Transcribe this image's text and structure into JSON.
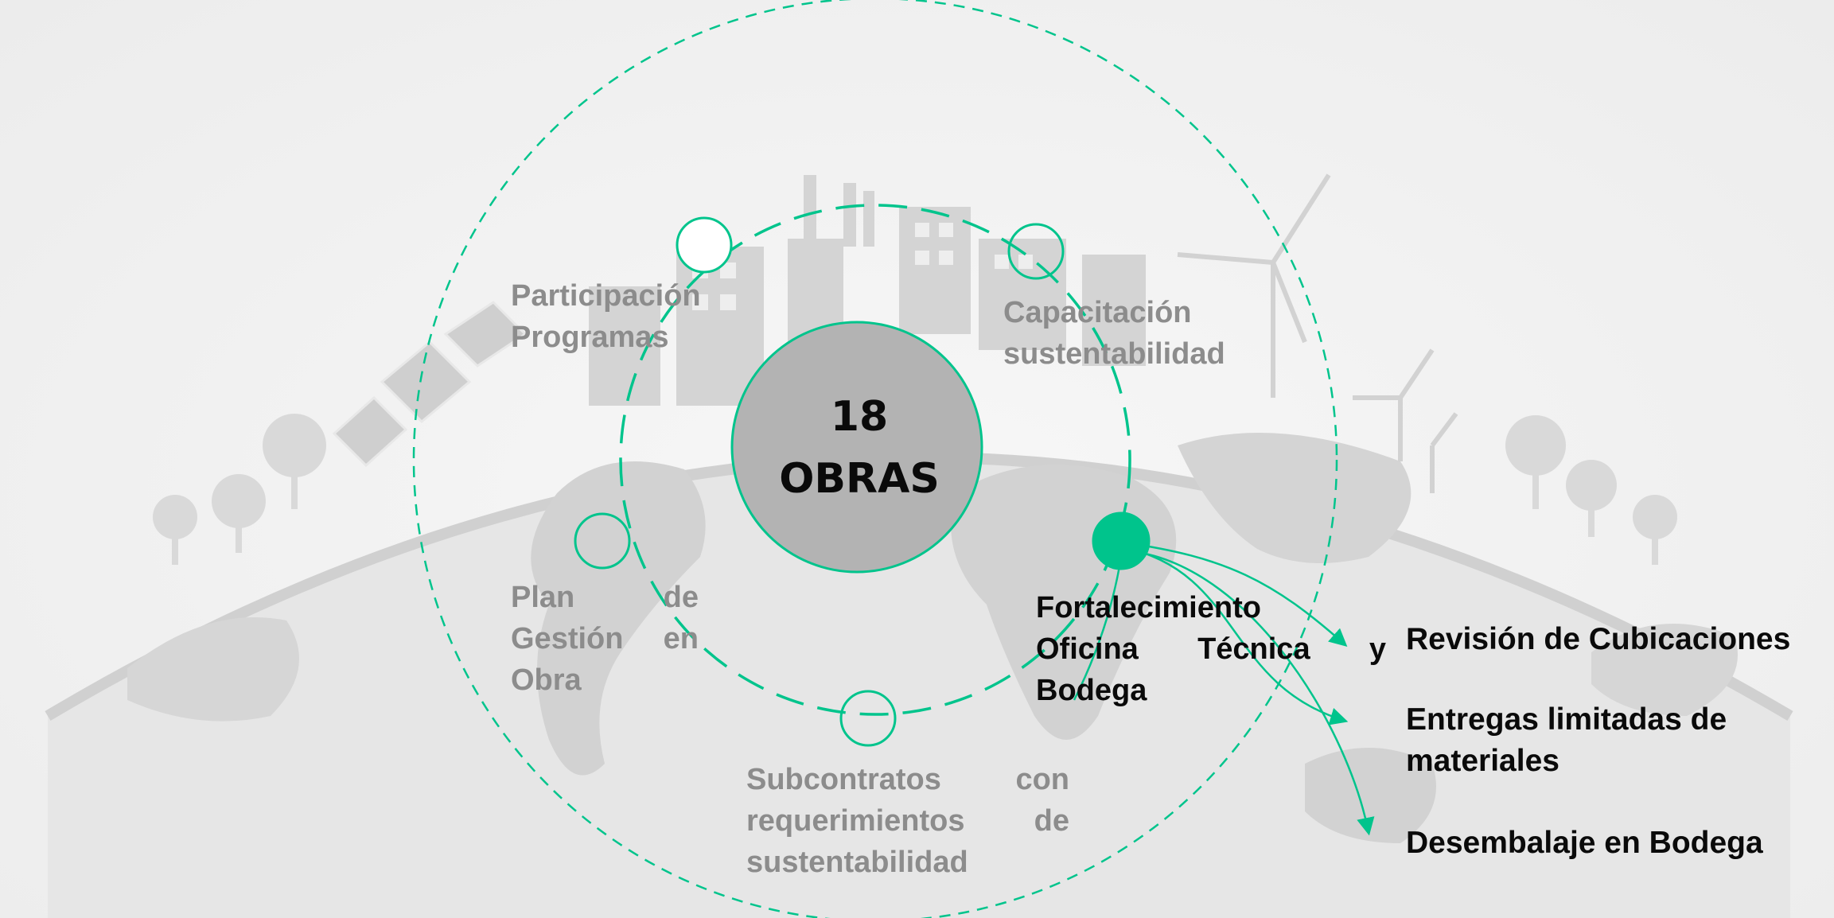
{
  "center": {
    "number": "18",
    "label": "OBRAS"
  },
  "initiatives": [
    {
      "lines": [
        "Participación",
        "Programas"
      ]
    },
    {
      "lines": [
        "Capacitación",
        "sustentabilidad"
      ]
    },
    {
      "lines": [
        [
          "Plan",
          "de"
        ],
        [
          "Gestión",
          "en"
        ],
        [
          "Obra"
        ]
      ]
    },
    {
      "lines": [
        [
          "Subcontratos",
          "con"
        ],
        [
          "requerimientos",
          "de"
        ],
        [
          "sustentabilidad"
        ]
      ]
    },
    {
      "lines": [
        [
          "Fortalecimiento"
        ],
        [
          "Oficina",
          "Técnica",
          "y"
        ],
        [
          "Bodega"
        ]
      ]
    }
  ],
  "results": [
    {
      "lines": [
        "Revisión de Cubicaciones"
      ]
    },
    {
      "lines": [
        "Entregas limitadas de",
        "materiales"
      ]
    },
    {
      "lines": [
        "Desembalaje en Bodega"
      ]
    }
  ],
  "colors": {
    "accent": "#00c48c",
    "center_fill": "#b3b3b3",
    "muted_text": "#8c8c8c",
    "dark_text": "#0a0a0a",
    "background_art": "#d6d6d6"
  }
}
